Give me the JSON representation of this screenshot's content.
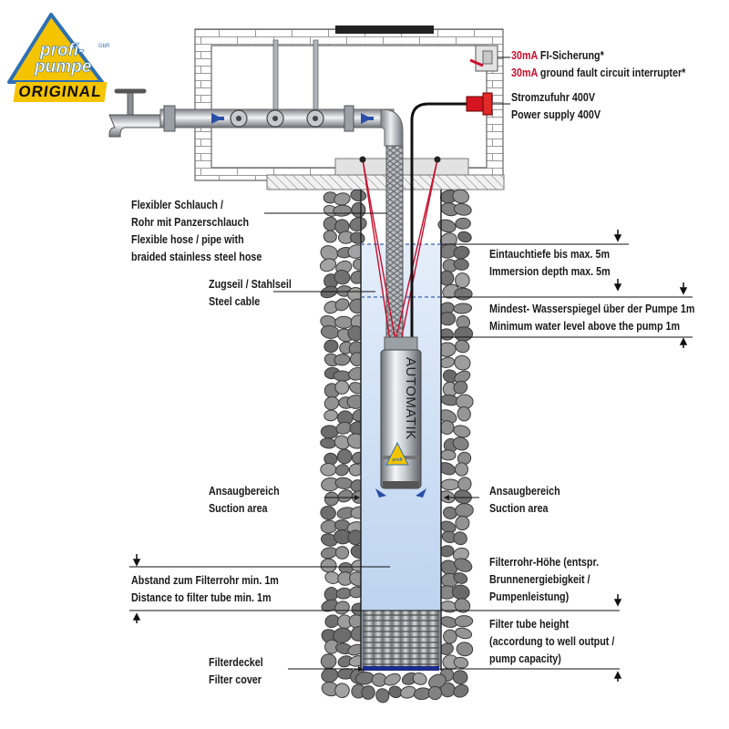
{
  "logo": {
    "line1": "profi-",
    "line2": "pumpe",
    "badge": "ORIGINAL",
    "mark": "GbR"
  },
  "pump": {
    "text": "AUTOMATIK"
  },
  "labels": {
    "fi_de_prefix": "30mA",
    "fi_de": " FI-Sicherung*",
    "fi_en_prefix": "30mA",
    "fi_en": " ground fault circuit interrupter*",
    "power_de": "Stromzufuhr 400V",
    "power_en": "Power supply 400V",
    "hose_1": "Flexibler Schlauch /",
    "hose_2": "Rohr mit Panzerschlauch",
    "hose_3": "Flexible hose / pipe with",
    "hose_4": "braided stainless steel hose",
    "cable_1": "Zugseil / Stahlseil",
    "cable_2": "Steel cable",
    "immersion_1": "Eintauchtiefe bis max. 5m",
    "immersion_2": "Immersion depth max. 5m",
    "minlevel_1": "Mindest- Wasserspiegel über der Pumpe 1m",
    "minlevel_2": "Minimum water level above the pump 1m",
    "suction_left_1": "Ansaugbereich",
    "suction_left_2": "Suction area",
    "suction_right_1": "Ansaugbereich",
    "suction_right_2": "Suction area",
    "distance_1": "Abstand zum Filterrohr min. 1m",
    "distance_2": "Distance to filter tube min. 1m",
    "filterheight_1": "Filterrohr-Höhe (entspr.",
    "filterheight_2": "Brunnenergiebigkeit /",
    "filterheight_3": "Pumpenleistung)",
    "filtertube_1": "Filter tube height",
    "filtertube_2": "(accordung to well output /",
    "filtertube_3": " pump capacity)",
    "cover_1": "Filterdeckel",
    "cover_2": "Filter cover"
  },
  "colors": {
    "accent_red": "#c8102e",
    "water_blue": "#c9dcf2",
    "arrow_blue": "#2a4fa8",
    "stone_gray": "#8c8c8c",
    "logo_yellow": "#f5c400",
    "logo_blue": "#2d6fb5"
  }
}
